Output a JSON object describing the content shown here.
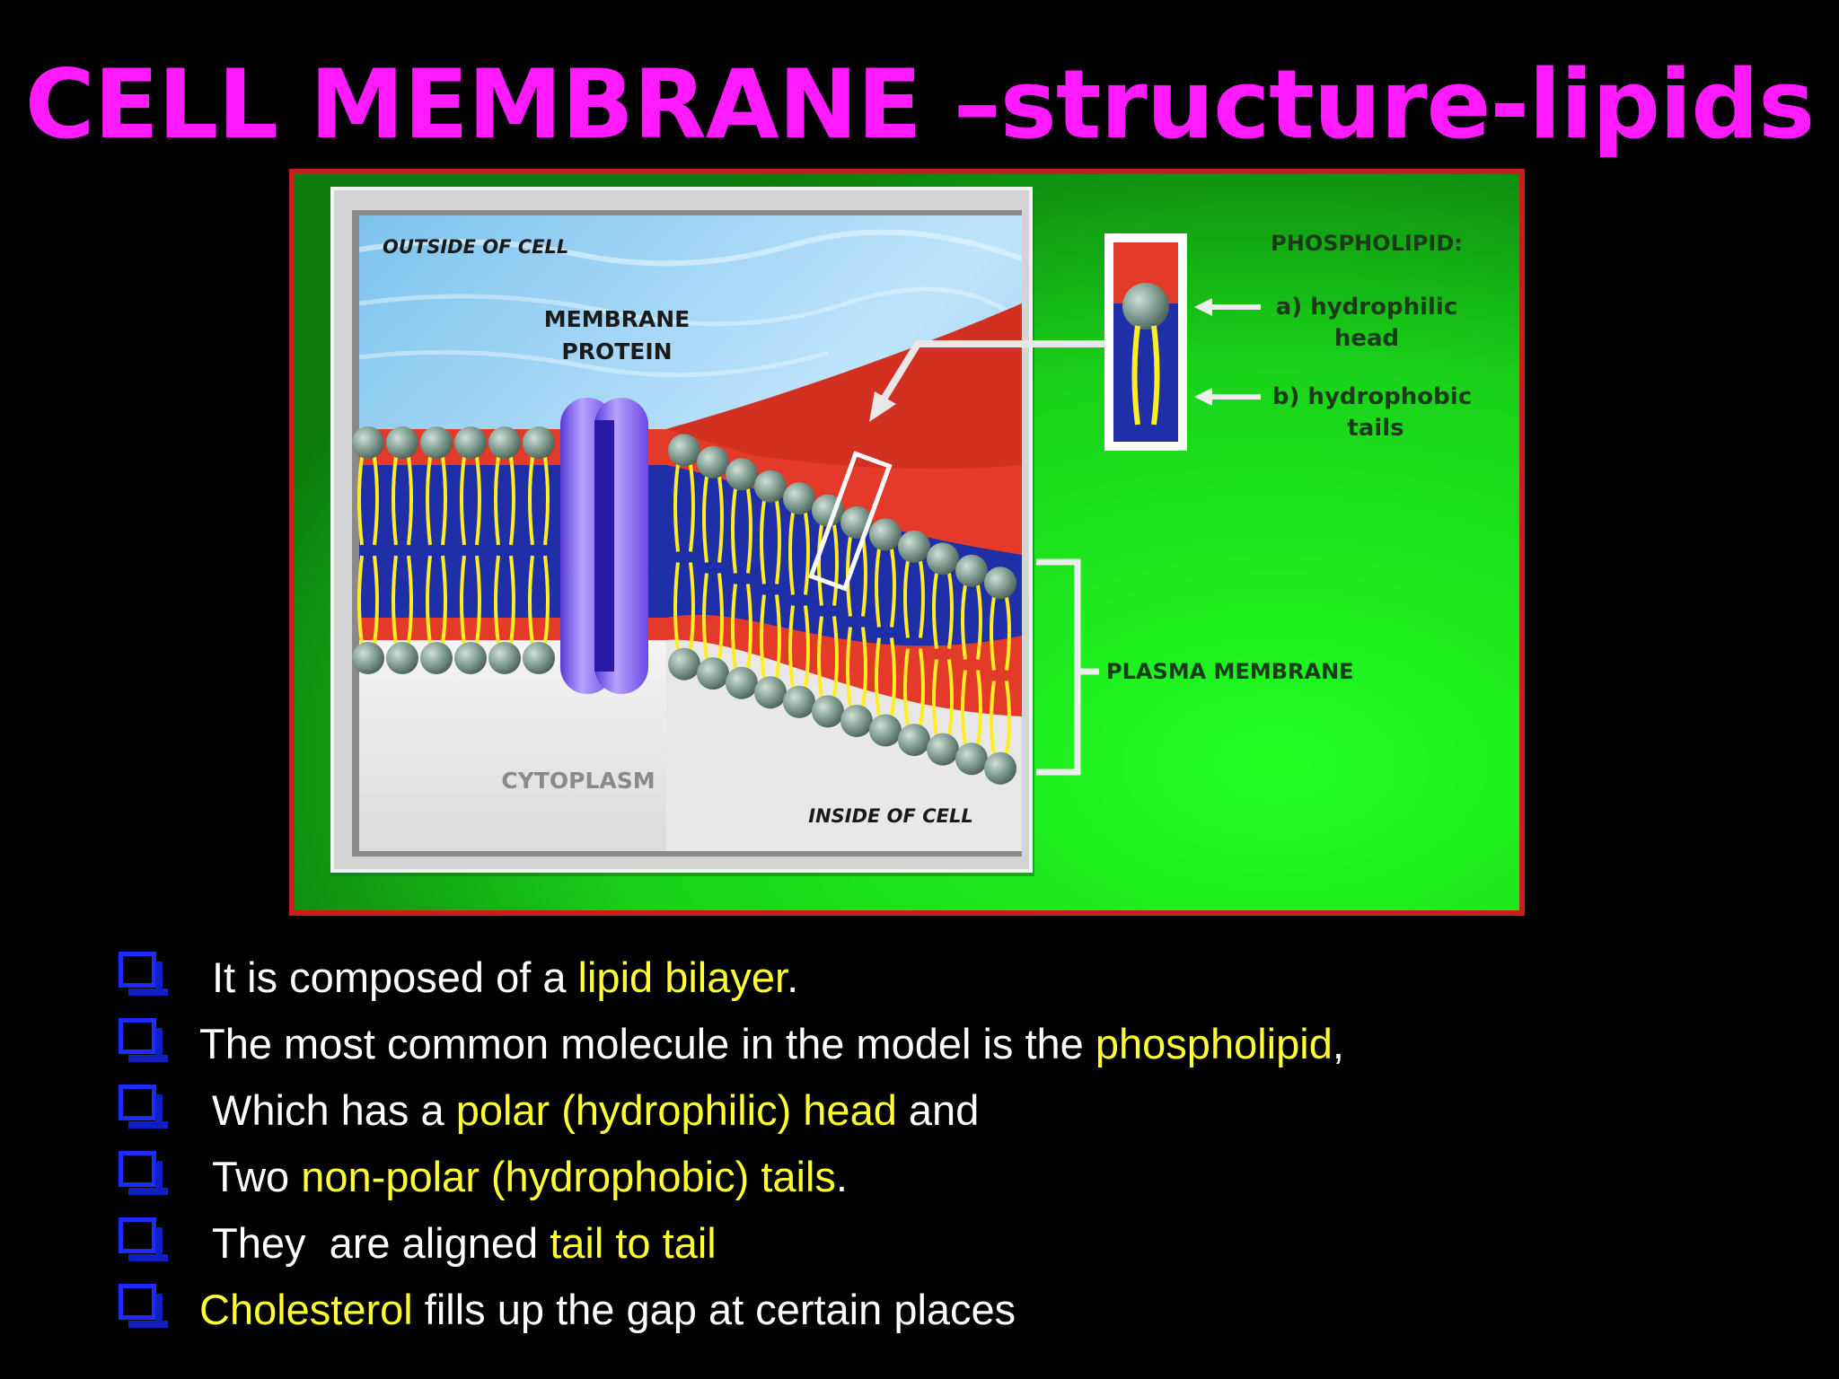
{
  "title": "CELL MEMBRANE –structure-lipids",
  "diagram": {
    "outside_label": "OUTSIDE OF CELL",
    "protein_label_1": "MEMBRANE",
    "protein_label_2": "PROTEIN",
    "phospholipid_label": "PHOSPHOLIPID:",
    "head_label_1": "a) hydrophilic",
    "head_label_2": "head",
    "tails_label_1": "b) hydrophobic",
    "tails_label_2": "tails",
    "plasma_label": "PLASMA MEMBRANE",
    "cytoplasm_label": "CYTOPLASM",
    "inside_label": "INSIDE OF CELL",
    "colors": {
      "green": "#1fe01f",
      "membrane_red": "#e33a2a",
      "head": "#7f9a8f",
      "tail": "#ffee22",
      "protein": "#8a66ee"
    }
  },
  "bullets": [
    {
      "pre": "It is composed of a ",
      "hl": "lipid bilayer",
      "post": "."
    },
    {
      "pre": "The most common molecule in the model is the ",
      "hl": "phospholipid",
      "post": ","
    },
    {
      "pre": "Which has a ",
      "hl": "polar (hydrophilic) head",
      "post": " and"
    },
    {
      "pre": "Two ",
      "hl": "non-polar (hydrophobic) tails",
      "post": "."
    },
    {
      "pre": "They  are aligned ",
      "hl": "tail to tail",
      "post": ""
    },
    {
      "pre": "",
      "hl": "Cholesterol",
      "post": " fills up the gap at certain places"
    }
  ]
}
